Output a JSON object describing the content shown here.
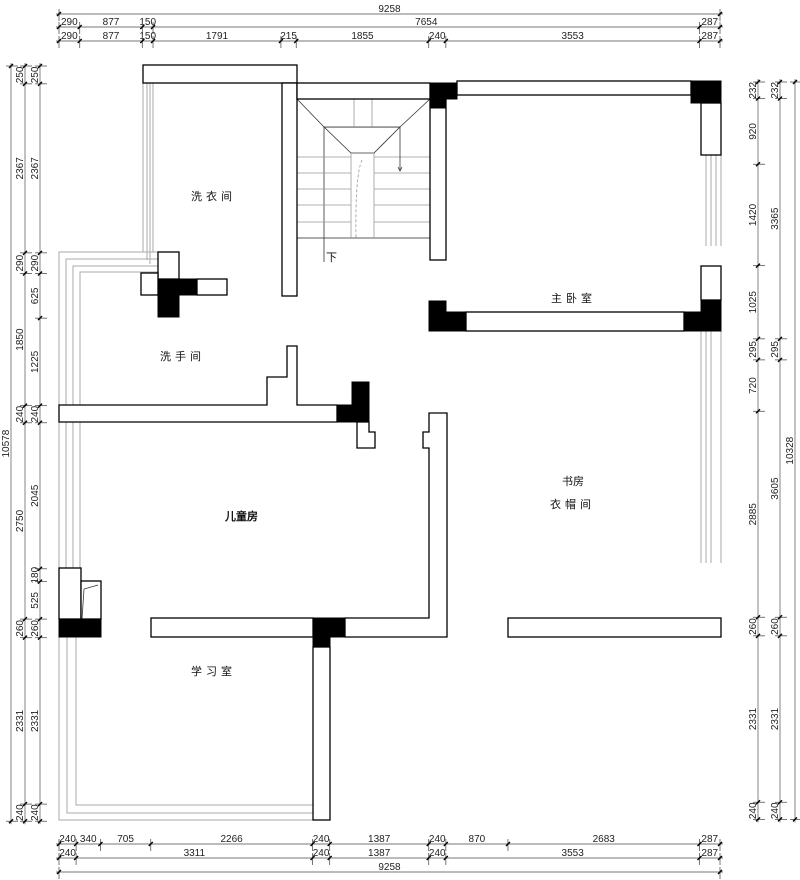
{
  "rooms": {
    "laundry": "洗衣间",
    "washroom": "洗手间",
    "master_bedroom": "主卧室",
    "study": "书房",
    "cloakroom": "衣帽间",
    "kids_room": "儿童房",
    "learning_room": "学习室",
    "stair_down": "下"
  },
  "dimensions": {
    "top": [
      [
        9258
      ],
      [
        290,
        877,
        150,
        7654,
        287
      ],
      [
        290,
        877,
        150,
        1791,
        215,
        1855,
        240,
        3553,
        287
      ]
    ],
    "bottom": [
      [
        240,
        340,
        705,
        2266,
        240,
        1387,
        240,
        870,
        2683,
        287
      ],
      [
        240,
        3311,
        240,
        1387,
        240,
        3553,
        287
      ],
      [
        9258
      ]
    ],
    "left": [
      [
        10578
      ],
      [
        250,
        2367,
        290,
        1850,
        240,
        2750,
        260,
        2331,
        240
      ],
      [
        250,
        2367,
        290,
        625,
        1225,
        240,
        2045,
        180,
        525,
        260,
        2331,
        240
      ]
    ],
    "right": [
      [
        232,
        920,
        1420,
        1025,
        295,
        720,
        2885,
        260,
        2331,
        240
      ],
      [
        232,
        3365,
        295,
        3605,
        260,
        2331,
        240
      ],
      [
        10328
      ]
    ]
  }
}
